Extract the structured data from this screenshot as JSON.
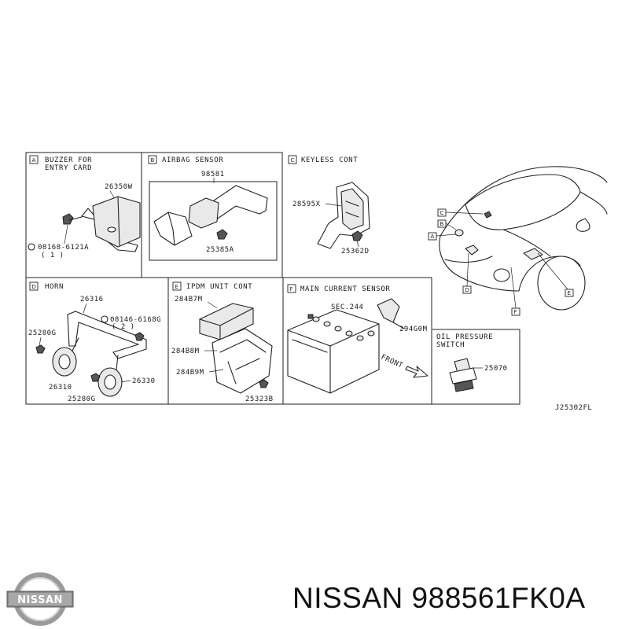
{
  "diagram": {
    "code": "J25302FL",
    "panels": [
      {
        "key": "A",
        "title_lines": [
          "BUZZER FOR",
          "ENTRY CARD"
        ],
        "parts": [
          "26350W",
          "08168-6121A",
          "( 1 )"
        ]
      },
      {
        "key": "B",
        "title_lines": [
          "AIRBAG SENSOR"
        ],
        "parts": [
          "98581",
          "25385A"
        ]
      },
      {
        "key": "C",
        "title_lines": [
          "KEYLESS CONT"
        ],
        "parts": [
          "28595X",
          "25362D"
        ]
      },
      {
        "key": "D",
        "title_lines": [
          "HORN"
        ],
        "parts": [
          "26316",
          "08146-6168G",
          "( 2 )",
          "25280G",
          "26310",
          "25280G",
          "26330"
        ]
      },
      {
        "key": "E",
        "title_lines": [
          "IPDM  UNIT CONT"
        ],
        "parts": [
          "284B7M",
          "284B8M",
          "284B9M",
          "25323B"
        ]
      },
      {
        "key": "F",
        "title_lines": [
          "MAIN CURRENT SENSOR"
        ],
        "parts": [
          "SEC.244",
          "294G0M"
        ],
        "note": "FRONT"
      },
      {
        "key": "",
        "title_lines": [
          "OIL PRESSURE",
          "SWITCH"
        ],
        "parts": [
          "25070"
        ]
      }
    ],
    "locator_keys": [
      "C",
      "B",
      "A",
      "D",
      "E",
      "F"
    ]
  },
  "brand": {
    "logo_text": "NISSAN",
    "caption": "NISSAN 988561FK0A"
  },
  "icons": {
    "logo": "nissan-logo-icon",
    "bolt": "bolt-icon",
    "circle_b": "circle-b-symbol-icon"
  }
}
